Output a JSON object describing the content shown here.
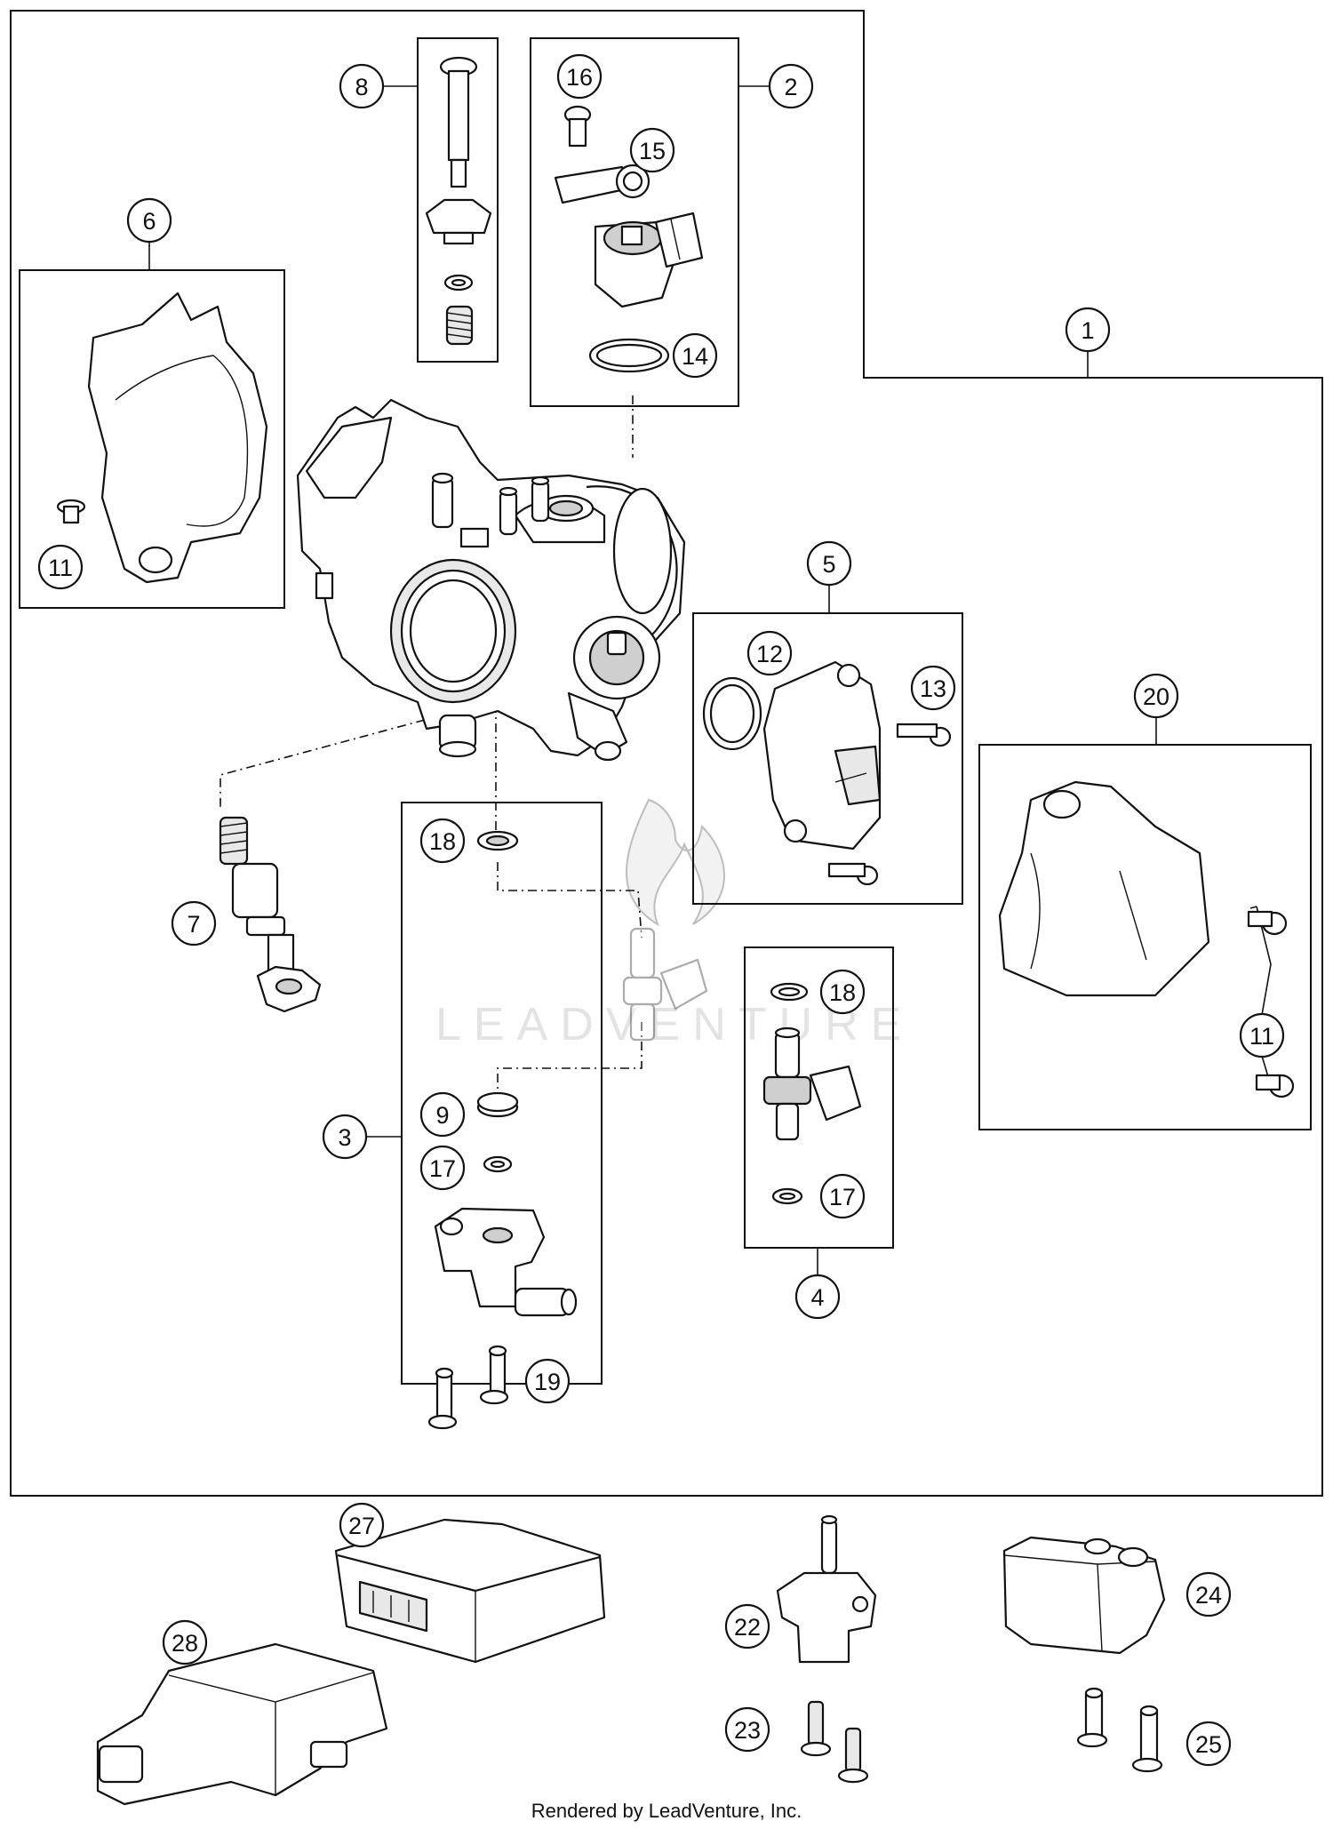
{
  "footer": {
    "text": "Rendered by LeadVenture, Inc."
  },
  "watermark": {
    "text": "LEADVENTURE"
  },
  "callouts": {
    "c1": "1",
    "c2": "2",
    "c3": "3",
    "c4": "4",
    "c5": "5",
    "c6": "6",
    "c7": "7",
    "c8": "8",
    "c9": "9",
    "c11a": "11",
    "c11b": "11",
    "c12": "12",
    "c13": "13",
    "c14": "14",
    "c15": "15",
    "c16": "16",
    "c17a": "17",
    "c17b": "17",
    "c18a": "18",
    "c18b": "18",
    "c19": "19",
    "c20": "20",
    "c22": "22",
    "c23": "23",
    "c24": "24",
    "c25": "25",
    "c27": "27",
    "c28": "28"
  }
}
